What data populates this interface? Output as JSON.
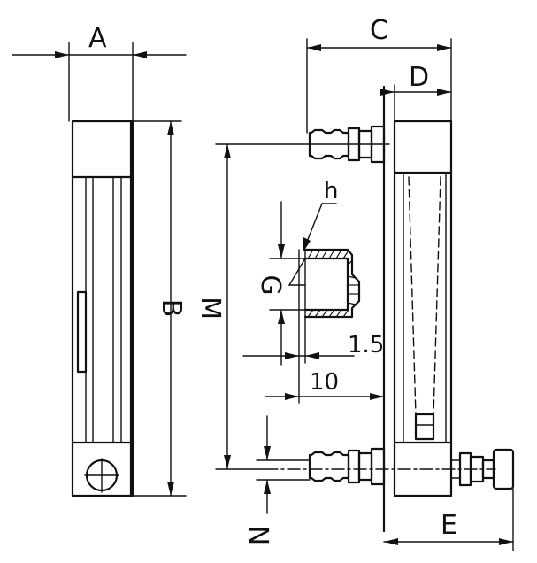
{
  "labels": {
    "A": "A",
    "B": "B",
    "C": "C",
    "D": "D",
    "E": "E",
    "M": "M",
    "N": "N",
    "G": "G",
    "h": "h",
    "d1_5": "1.5",
    "d10": "10"
  }
}
